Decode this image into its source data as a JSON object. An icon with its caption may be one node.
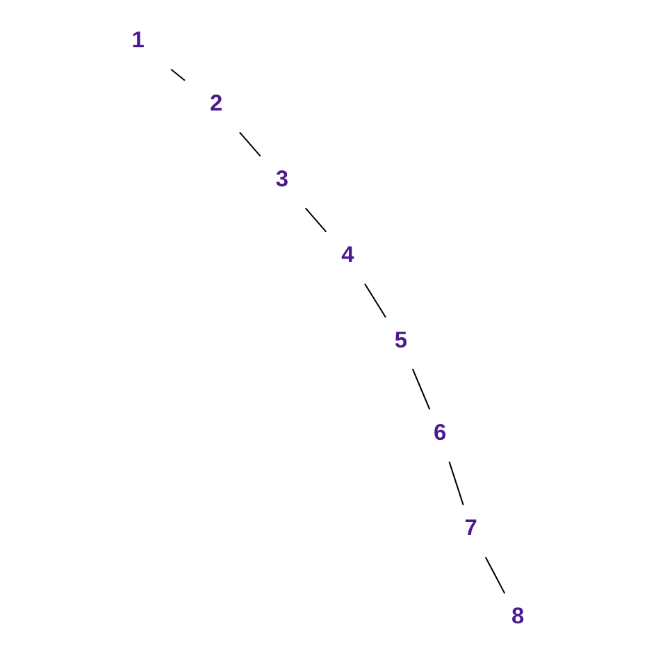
{
  "diagram": {
    "nodes": [
      {
        "text": [
          "1"
        ]
      },
      {
        "text": [
          "2"
        ]
      },
      {
        "text": [
          "3"
        ]
      },
      {
        "text": [
          "4"
        ]
      },
      {
        "text": [
          "5"
        ]
      },
      {
        "text": [
          "6"
        ]
      },
      {
        "text": [
          "7"
        ]
      },
      {
        "text": [
          "8"
        ]
      }
    ],
    "edges": [
      {
        "from": 0,
        "to": 1,
        "arrow": "none"
      },
      {
        "from": 1,
        "to": 2,
        "arrow": "none"
      },
      {
        "from": 2,
        "to": 3,
        "arrow": "none"
      },
      {
        "from": 3,
        "to": 4,
        "arrow": "none"
      },
      {
        "from": 4,
        "to": 5,
        "arrow": "none"
      },
      {
        "from": 5,
        "to": 6,
        "arrow": "none"
      },
      {
        "from": 6,
        "to": 7,
        "arrow": "none"
      }
    ]
  }
}
